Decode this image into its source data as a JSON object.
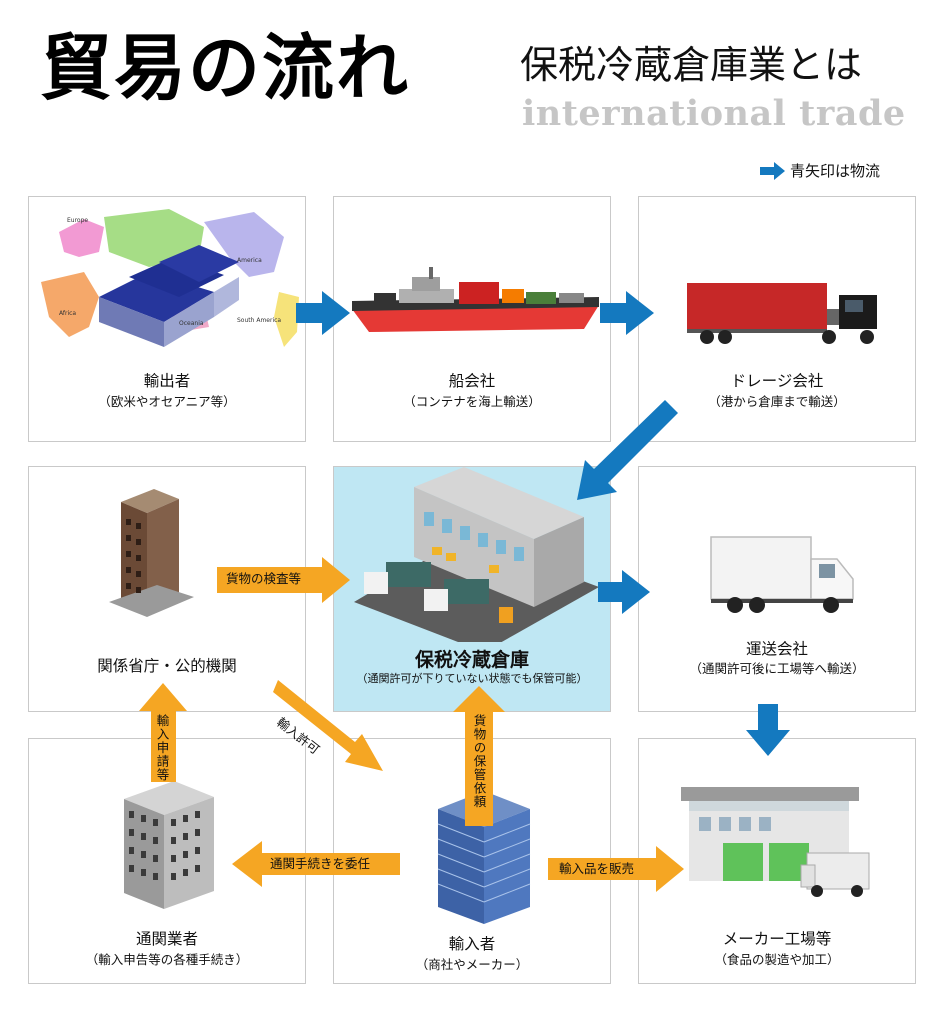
{
  "header": {
    "title": "貿易の流れ",
    "subtitle": "保税冷蔵倉庫業とは",
    "subtitle_en": "international trade"
  },
  "legend": {
    "text": "青矢印は物流",
    "arrow_color": "#1479bf"
  },
  "colors": {
    "blue_arrow": "#1479bf",
    "yellow_arrow": "#f5a623",
    "highlight_bg": "#bfe7f3",
    "box_border": "#c9c9c9"
  },
  "nodes": {
    "exporter": {
      "label": "輸出者",
      "sub": "（欧米やオセアニア等）",
      "icon": "world-map-warehouse"
    },
    "shipping": {
      "label": "船会社",
      "sub": "（コンテナを海上輸送）",
      "icon": "container-ship"
    },
    "drayage": {
      "label": "ドレージ会社",
      "sub": "（港から倉庫まで輸送）",
      "icon": "container-truck"
    },
    "ministry": {
      "label": "関係省庁・公的機関",
      "sub": "",
      "icon": "government-building"
    },
    "warehouse": {
      "label": "保税冷蔵倉庫",
      "sub": "（通関許可が下りていない状態でも保管可能）",
      "icon": "bonded-warehouse"
    },
    "transport": {
      "label": "運送会社",
      "sub": "（通関許可後に工場等へ輸送）",
      "icon": "delivery-truck"
    },
    "broker": {
      "label": "通関業者",
      "sub": "（輸入申告等の各種手続き）",
      "icon": "office-building"
    },
    "importer": {
      "label": "輸入者",
      "sub": "（商社やメーカー）",
      "icon": "glass-office-tower"
    },
    "factory": {
      "label": "メーカー工場等",
      "sub": "（食品の製造や加工）",
      "icon": "factory"
    }
  },
  "flows": {
    "inspection": "貨物の検査等",
    "permit": "輸入許可",
    "application": "輸入申請等",
    "storage_request": "貨物の保管依頼",
    "delegate": "通関手続きを委任",
    "sell": "輸入品を販売"
  },
  "map_labels": {
    "europe": "Europe",
    "africa": "Africa",
    "america": "America",
    "south_america": "South America",
    "oceania": "Oceania"
  }
}
